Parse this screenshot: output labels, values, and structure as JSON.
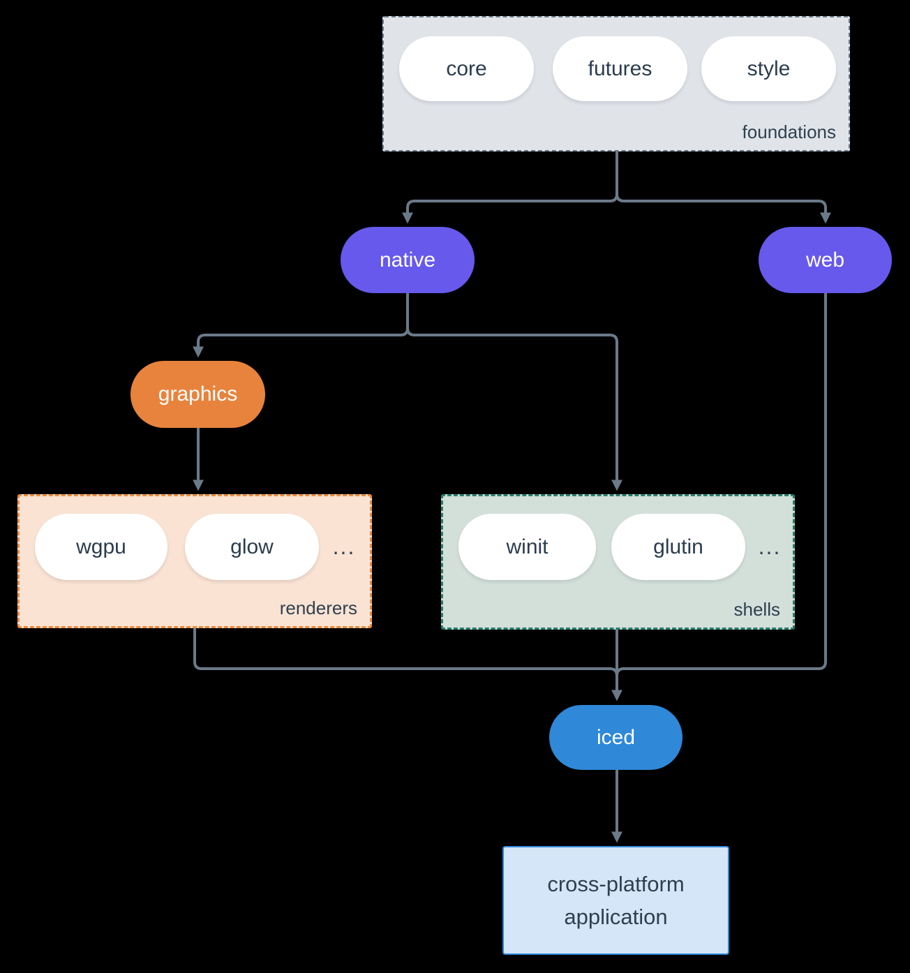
{
  "colors": {
    "purple": "#6759ec",
    "orange": "#e8833d",
    "iced_blue": "#2f88d8",
    "line": "#6b7a89",
    "ink": "#2f4050",
    "pill_bg": "#ffffff",
    "foundations_bg": "#e0e4e9",
    "foundations_border": "#6b7a8a",
    "renderers_bg": "#fae3d3",
    "renderers_border": "#ec8a3e",
    "shells_bg": "#d3e0da",
    "shells_border": "#2a7d6e",
    "app_bg": "#d4e6f8",
    "app_border": "#2e86d8"
  },
  "diagram": {
    "foundations": {
      "label": "foundations",
      "pills": [
        "core",
        "futures",
        "style"
      ]
    },
    "native": {
      "label": "native"
    },
    "web": {
      "label": "web"
    },
    "graphics": {
      "label": "graphics"
    },
    "renderers": {
      "label": "renderers",
      "pills": [
        "wgpu",
        "glow"
      ],
      "ellipsis": "..."
    },
    "shells": {
      "label": "shells",
      "pills": [
        "winit",
        "glutin"
      ],
      "ellipsis": "..."
    },
    "iced": {
      "label": "iced"
    },
    "application": {
      "lines": [
        "cross-platform",
        "application"
      ]
    }
  }
}
